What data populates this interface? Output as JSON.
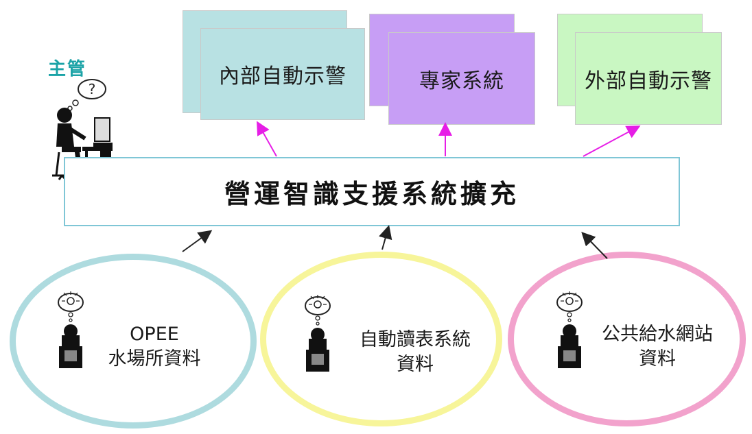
{
  "manager": {
    "label": "主管",
    "thought": "?"
  },
  "outputs": [
    {
      "label": "內部自動示警",
      "color": "#b8e1e3"
    },
    {
      "label": "專家系統",
      "color": "#c79ef5"
    },
    {
      "label": "外部自動示警",
      "color": "#c9f7c2"
    }
  ],
  "center": {
    "title": "營運智識支援系統擴充"
  },
  "sources": [
    {
      "line1": "OPEE",
      "line2": "水場所資料",
      "ring_color": "#aedbdf"
    },
    {
      "line1": "自動讀表系統",
      "line2": "資料",
      "ring_color": "#f7f59a"
    },
    {
      "line1": "公共給水網站",
      "line2": "資料",
      "ring_color": "#f2a2cc"
    }
  ],
  "colors": {
    "output_arrow": "#e61ee6",
    "input_arrow": "#222222",
    "box_border": "#7fc6d6"
  }
}
